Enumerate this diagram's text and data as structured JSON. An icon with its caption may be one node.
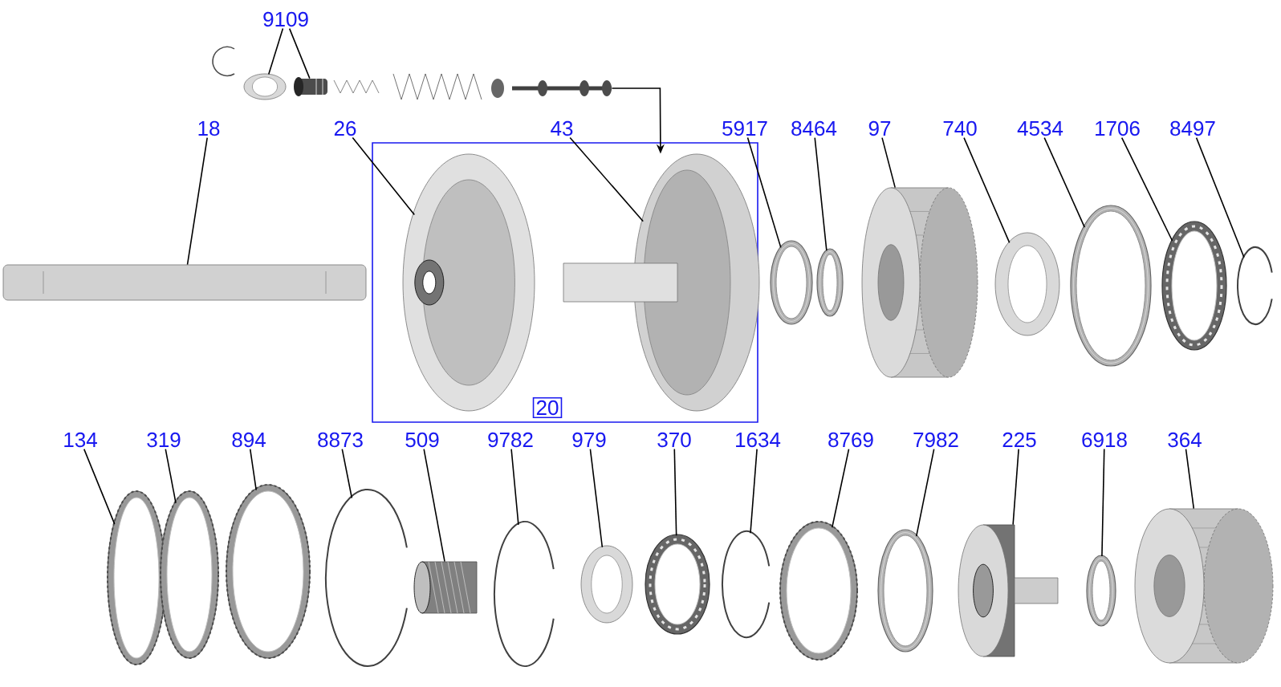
{
  "diagram": {
    "nodes": [
      {
        "text": [
          "9109"
        ]
      },
      {
        "text": [],
        "shape": "picture"
      },
      {
        "text": [],
        "shape": "picture"
      },
      {
        "text": [],
        "shape": "picture"
      },
      {
        "text": [
          "18"
        ]
      },
      {
        "text": [],
        "shape": "picture"
      },
      {
        "text": [
          "26"
        ]
      },
      {
        "text": [
          "43"
        ]
      },
      {
        "text": [
          "20"
        ]
      },
      {
        "text": [],
        "shape": "picture",
        "in": 8
      },
      {
        "text": [],
        "shape": "picture",
        "in": 8
      },
      {
        "text": [
          "5917"
        ]
      },
      {
        "text": [],
        "shape": "picture"
      },
      {
        "text": [
          "8464"
        ]
      },
      {
        "text": [],
        "shape": "picture"
      },
      {
        "text": [
          "97"
        ]
      },
      {
        "text": [],
        "shape": "picture"
      },
      {
        "text": [
          "740"
        ]
      },
      {
        "text": [],
        "shape": "picture"
      },
      {
        "text": [
          "4534"
        ]
      },
      {
        "text": [],
        "shape": "picture"
      },
      {
        "text": [
          "1706"
        ]
      },
      {
        "text": [],
        "shape": "picture"
      },
      {
        "text": [
          "8497"
        ]
      },
      {
        "text": [],
        "shape": "picture"
      },
      {
        "text": [
          "134"
        ]
      },
      {
        "text": [],
        "shape": "picture"
      },
      {
        "text": [
          "319"
        ]
      },
      {
        "text": [],
        "shape": "picture"
      },
      {
        "text": [
          "894"
        ]
      },
      {
        "text": [],
        "shape": "picture"
      },
      {
        "text": [
          "8873"
        ]
      },
      {
        "text": [],
        "shape": "picture"
      },
      {
        "text": [
          "509"
        ]
      },
      {
        "text": [],
        "shape": "picture"
      },
      {
        "text": [
          "9782"
        ]
      },
      {
        "text": [],
        "shape": "picture"
      },
      {
        "text": [
          "979"
        ]
      },
      {
        "text": [],
        "shape": "picture"
      },
      {
        "text": [
          "370"
        ]
      },
      {
        "text": [],
        "shape": "picture"
      },
      {
        "text": [
          "1634"
        ]
      },
      {
        "text": [],
        "shape": "picture"
      },
      {
        "text": [
          "8769"
        ]
      },
      {
        "text": [],
        "shape": "picture"
      },
      {
        "text": [
          "7982"
        ]
      },
      {
        "text": [],
        "shape": "picture"
      },
      {
        "text": [
          "225"
        ]
      },
      {
        "text": [],
        "shape": "picture"
      },
      {
        "text": [
          "6918"
        ]
      },
      {
        "text": [],
        "shape": "picture"
      },
      {
        "text": [
          "364"
        ]
      },
      {
        "text": [],
        "shape": "picture"
      }
    ],
    "edges": [
      {
        "from": 0,
        "to": 1,
        "arrow": "none"
      },
      {
        "from": 0,
        "to": 2,
        "arrow": "none"
      },
      {
        "from": 3,
        "to": 10,
        "arrow": "to"
      },
      {
        "from": 4,
        "to": 5,
        "arrow": "none"
      },
      {
        "from": 6,
        "to": 9,
        "arrow": "none"
      },
      {
        "from": 7,
        "to": 10,
        "arrow": "none"
      },
      {
        "from": 11,
        "to": 12,
        "arrow": "none"
      },
      {
        "from": 13,
        "to": 14,
        "arrow": "none"
      },
      {
        "from": 15,
        "to": 16,
        "arrow": "none"
      },
      {
        "from": 17,
        "to": 18,
        "arrow": "none"
      },
      {
        "from": 19,
        "to": 20,
        "arrow": "none"
      },
      {
        "from": 21,
        "to": 22,
        "arrow": "none"
      },
      {
        "from": 23,
        "to": 24,
        "arrow": "none"
      },
      {
        "from": 25,
        "to": 26,
        "arrow": "none"
      },
      {
        "from": 27,
        "to": 28,
        "arrow": "none"
      },
      {
        "from": 29,
        "to": 30,
        "arrow": "none"
      },
      {
        "from": 31,
        "to": 32,
        "arrow": "none"
      },
      {
        "from": 33,
        "to": 34,
        "arrow": "none"
      },
      {
        "from": 35,
        "to": 36,
        "arrow": "none"
      },
      {
        "from": 37,
        "to": 38,
        "arrow": "none"
      },
      {
        "from": 39,
        "to": 40,
        "arrow": "none"
      },
      {
        "from": 41,
        "to": 42,
        "arrow": "none"
      },
      {
        "from": 43,
        "to": 44,
        "arrow": "none"
      },
      {
        "from": 45,
        "to": 46,
        "arrow": "none"
      },
      {
        "from": 47,
        "to": 48,
        "arrow": "none"
      },
      {
        "from": 49,
        "to": 50,
        "arrow": "none"
      },
      {
        "from": 51,
        "to": 52,
        "arrow": "none"
      }
    ]
  }
}
